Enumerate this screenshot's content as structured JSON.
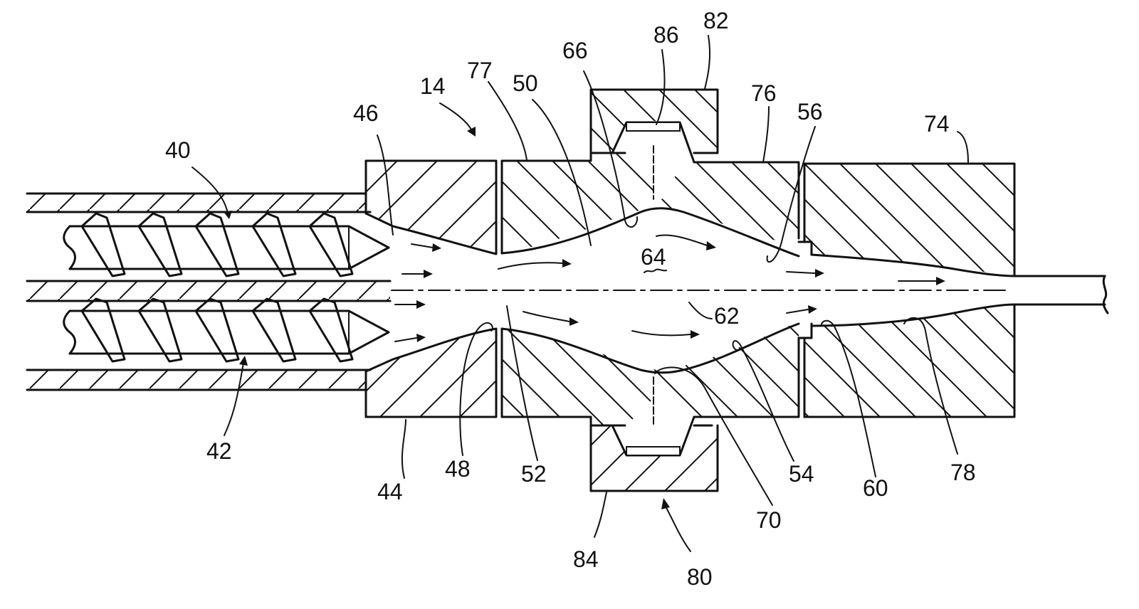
{
  "figure": {
    "component_labels": {
      "l14": "14",
      "l40": "40",
      "l42": "42",
      "l44": "44",
      "l46": "46",
      "l48": "48",
      "l50": "50",
      "l52": "52",
      "l54": "54",
      "l56": "56",
      "l60": "60",
      "l62": "62",
      "l64": "64",
      "l66": "66",
      "l70": "70",
      "l74": "74",
      "l76": "76",
      "l77": "77",
      "l78": "78",
      "l80": "80",
      "l82": "82",
      "l84": "84",
      "l86": "86"
    },
    "colors": {
      "ink": "#111111",
      "paper": "#ffffff"
    }
  }
}
